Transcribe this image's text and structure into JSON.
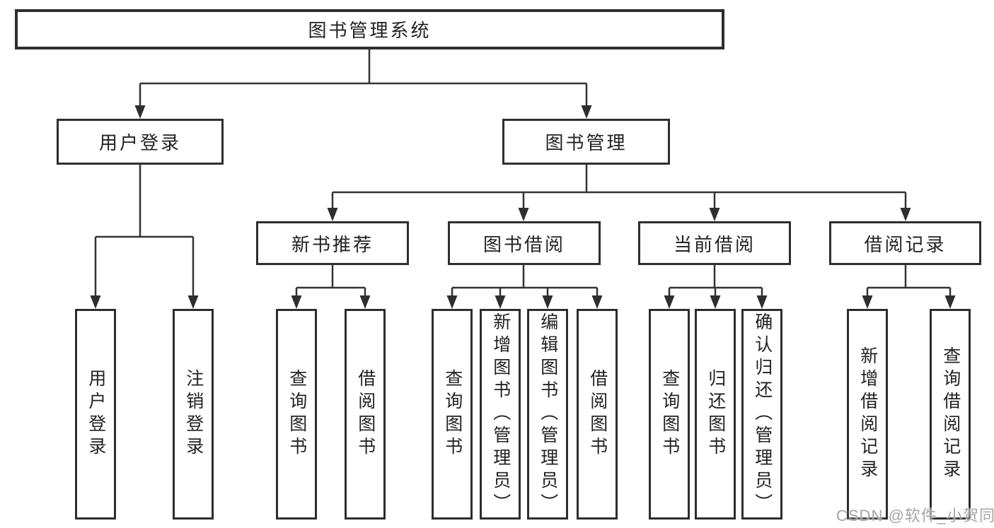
{
  "watermark": "CSDN @软件_小贺同学",
  "tree": {
    "label": "图书管理系统",
    "children": [
      {
        "label": "用户登录",
        "children": [
          {
            "label": "用户登录"
          },
          {
            "label": "注销登录"
          }
        ]
      },
      {
        "label": "图书管理",
        "children": [
          {
            "label": "新书推荐",
            "children": [
              {
                "label": "查询图书"
              },
              {
                "label": "借阅图书"
              }
            ]
          },
          {
            "label": "图书借阅",
            "children": [
              {
                "label": "查询图书"
              },
              {
                "label": "新增图书（管理员）"
              },
              {
                "label": "编辑图书（管理员）"
              },
              {
                "label": "借阅图书"
              }
            ]
          },
          {
            "label": "当前借阅",
            "children": [
              {
                "label": "查询图书"
              },
              {
                "label": "归还图书"
              },
              {
                "label": "确认归还（管理员）"
              }
            ]
          },
          {
            "label": "借阅记录",
            "children": [
              {
                "label": "新增借阅记录"
              },
              {
                "label": "查询借阅记录"
              }
            ]
          }
        ]
      }
    ]
  },
  "colors": {
    "box_border": "#2e2e2e",
    "line": "#333333",
    "text": "#222222",
    "watermark": "#a5a5a5",
    "background": "#ffffff"
  }
}
